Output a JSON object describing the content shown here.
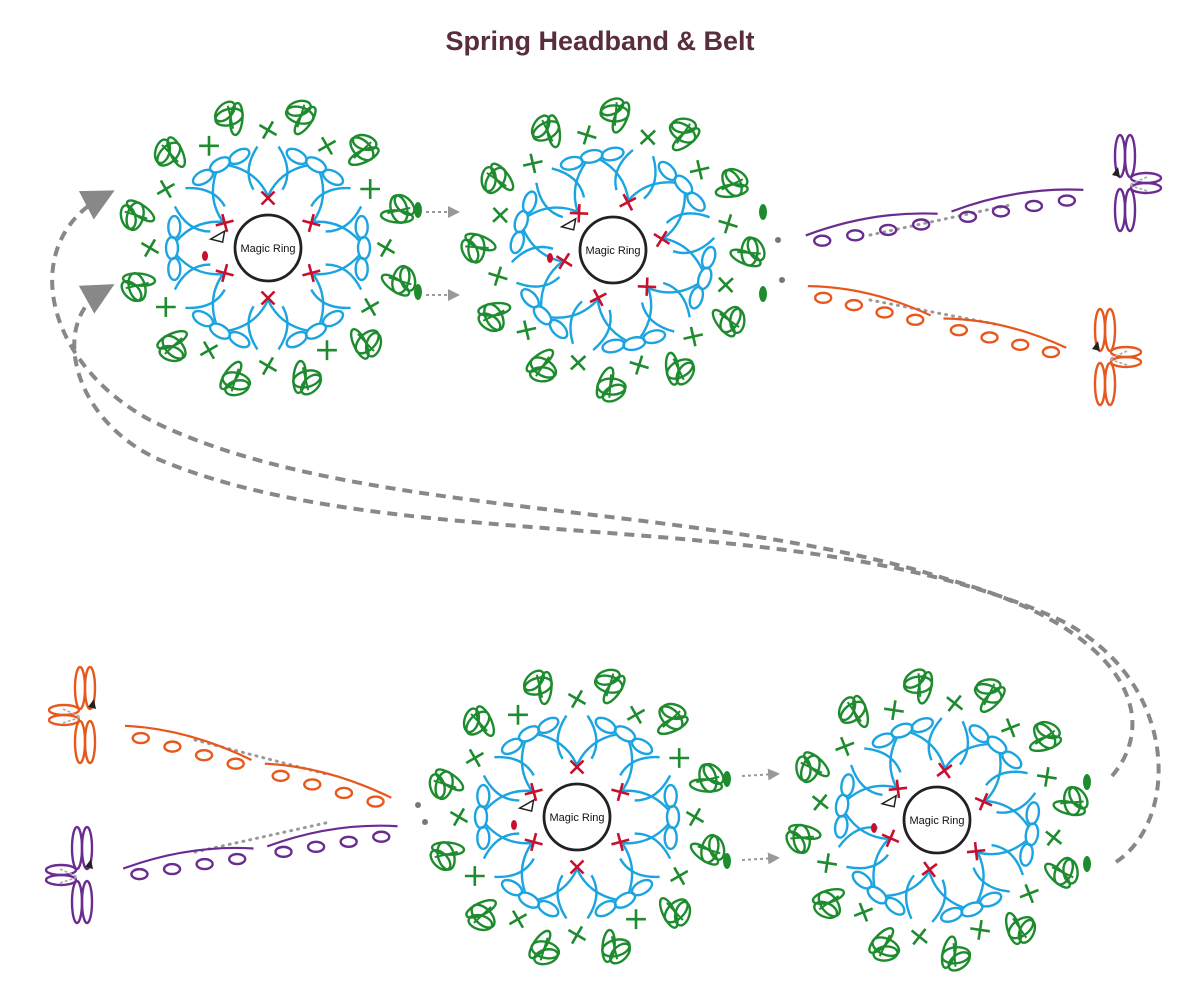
{
  "title": "Spring Headband & Belt",
  "motifs": [
    {
      "label": "Magic Ring"
    },
    {
      "label": "Magic Ring"
    },
    {
      "label": "Magic Ring"
    },
    {
      "label": "Magic Ring"
    }
  ],
  "colors": {
    "title": "#5a2d3a",
    "round1": "#c8102e",
    "round2": "#1ba4e0",
    "round3": "#1e8c2e",
    "leaf_purple": "#6a2c91",
    "leaf_orange": "#e8581c",
    "connector": "#888888"
  }
}
